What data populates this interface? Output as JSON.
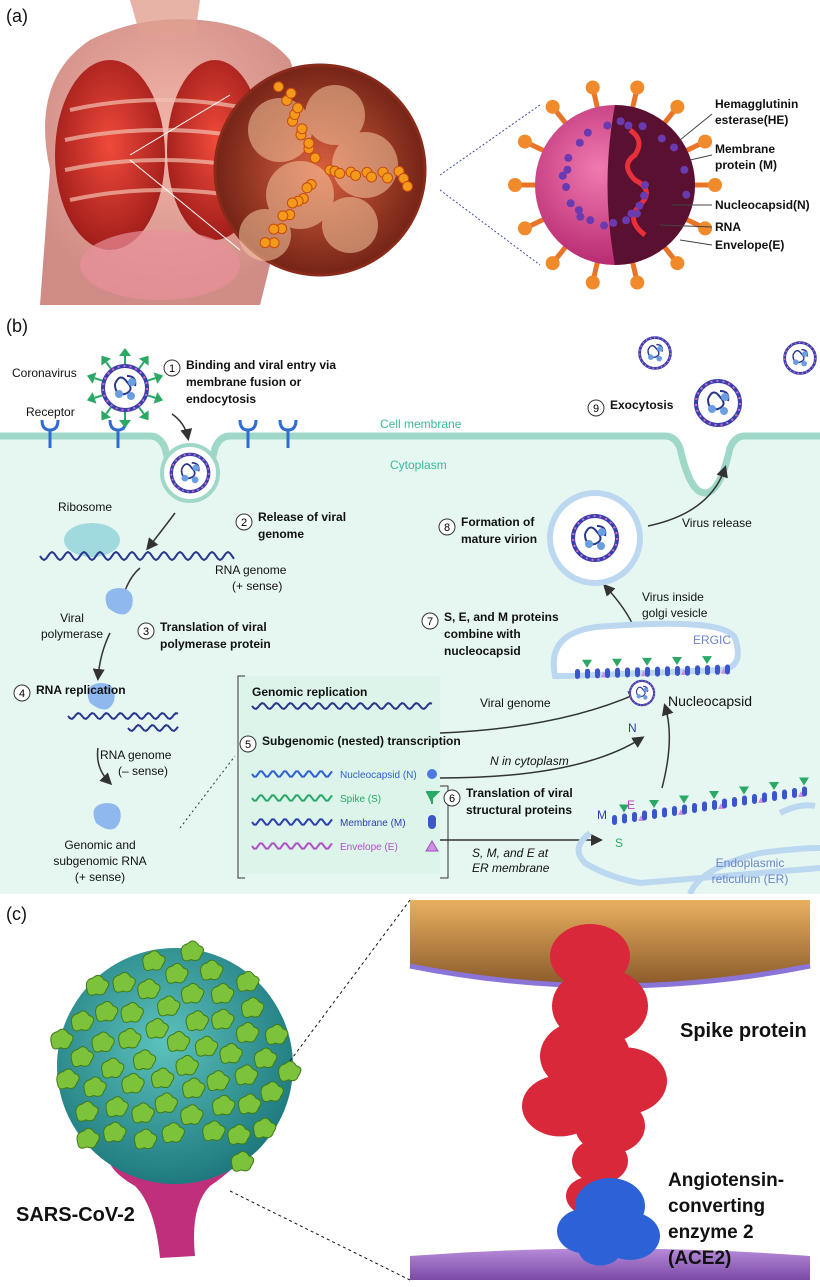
{
  "panel_a": {
    "label": "(a)",
    "callouts": {
      "he": [
        "Hemagglutinin",
        "esterase(HE)"
      ],
      "m": [
        "Membrane",
        "protein (M)"
      ],
      "n": "Nucleocapsid(N)",
      "rna": "RNA",
      "e": "Envelope(E)"
    }
  },
  "panel_b": {
    "label": "(b)",
    "coronavirus": "Coronavirus",
    "receptor": "Receptor",
    "cell_membrane": "Cell membrane",
    "cytoplasm": "Cytoplasm",
    "ribosome": "Ribosome",
    "rna_plus": [
      "RNA genome",
      "(+ sense)"
    ],
    "viral_polymerase": [
      "Viral",
      "polymerase"
    ],
    "rna_minus": [
      "RNA genome",
      "(– sense)"
    ],
    "genomic_subgenomic": [
      "Genomic and",
      "subgenomic RNA",
      "(+ sense)"
    ],
    "steps": [
      {
        "num": "1",
        "lines": [
          "Binding and viral entry via",
          "membrane fusion or",
          "endocytosis"
        ]
      },
      {
        "num": "2",
        "lines": [
          "Release of viral",
          "genome"
        ]
      },
      {
        "num": "3",
        "lines": [
          "Translation of viral",
          "polymerase protein"
        ]
      },
      {
        "num": "4",
        "lines": [
          "RNA replication"
        ]
      },
      {
        "num": "5",
        "lines": [
          "Subgenomic (nested) transcription"
        ]
      },
      {
        "num": "6",
        "lines": [
          "Translation of viral",
          "structural proteins"
        ]
      },
      {
        "num": "7",
        "lines": [
          "S, E, and M proteins",
          "combine with",
          "nucleocapsid"
        ]
      },
      {
        "num": "8",
        "lines": [
          "Formation of",
          "mature virion"
        ]
      },
      {
        "num": "9",
        "lines": [
          "Exocytosis"
        ]
      }
    ],
    "genomic_replication": "Genomic replication",
    "transcripts": [
      {
        "label": "Nucleocapsid (N)",
        "color": "#2f5fd0"
      },
      {
        "label": "Spike (S)",
        "color": "#2aa866"
      },
      {
        "label": "Membrane (M)",
        "color": "#2b3fae"
      },
      {
        "label": "Envelope (E)",
        "color": "#b050c8"
      }
    ],
    "viral_genome": "Viral genome",
    "n_in_cytoplasm": "N in cytoplasm",
    "nucleocapsid": "Nucleocapsid",
    "n_letter": "N",
    "ergic": "ERGIC",
    "er_membrane": [
      "S, M, and E at",
      "ER membrane"
    ],
    "er": [
      "Endoplasmic",
      "reticulum (ER)"
    ],
    "er_letters": {
      "m": "M",
      "e": "E",
      "s": "S"
    },
    "virus_golgi": [
      "Virus inside",
      "golgi vesicle"
    ],
    "virus_release": "Virus release"
  },
  "panel_c": {
    "label": "(c)",
    "sars": "SARS-CoV-2",
    "spike": "Spike protein",
    "ace2": [
      "Angiotensin-",
      "converting",
      "enzyme 2 (ACE2)"
    ]
  },
  "colors": {
    "cyto_bg": "#e6f7f2",
    "membrane": "#9fd8c8",
    "teal_text": "#3bb89a",
    "spike_green": "#2aa866",
    "rna_blue": "#27358c",
    "er_blue": "#6b86c8",
    "virus_red": "#d0324b",
    "ace2_blue": "#2d62d6"
  }
}
